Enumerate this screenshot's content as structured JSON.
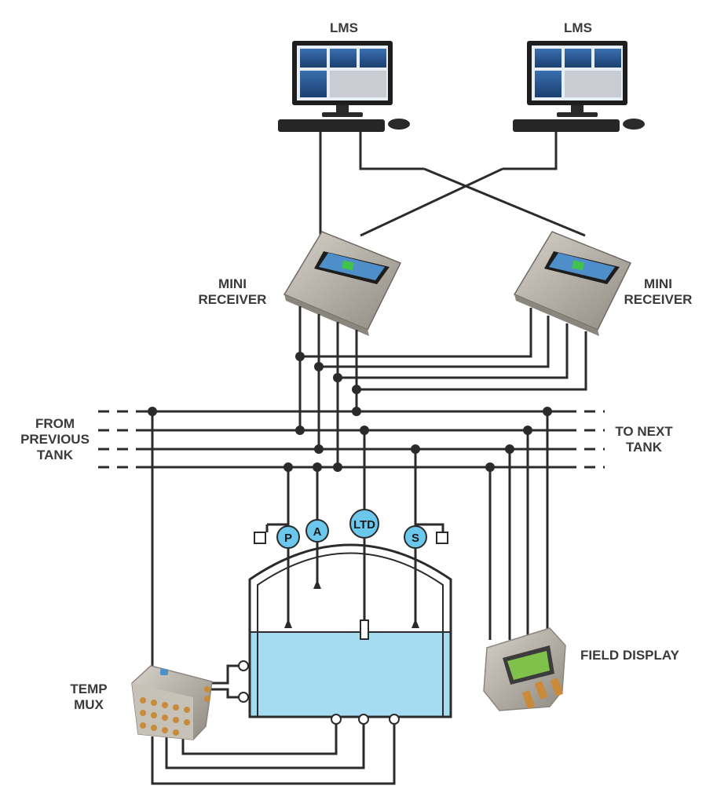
{
  "labels": {
    "lms_left": "LMS",
    "lms_right": "LMS",
    "mini_receiver_left": [
      "MINI",
      "RECEIVER"
    ],
    "mini_receiver_right": [
      "MINI",
      "RECEIVER"
    ],
    "from_previous_tank": [
      "FROM",
      "PREVIOUS",
      "TANK"
    ],
    "to_next_tank": [
      "TO NEXT",
      "TANK"
    ],
    "temp_mux": [
      "TEMP",
      "MUX"
    ],
    "field_display": "FIELD DISPLAY"
  },
  "instruments": {
    "pressure": "P",
    "alarm": "A",
    "level_temp_density": "LTD",
    "switch": "S"
  },
  "colors": {
    "liquid": "#a6dcf2",
    "bubble": "#6cc7ec",
    "line": "#2b2b2b",
    "label": "#3a3a3a",
    "enclosure": "#b8b3aa"
  }
}
